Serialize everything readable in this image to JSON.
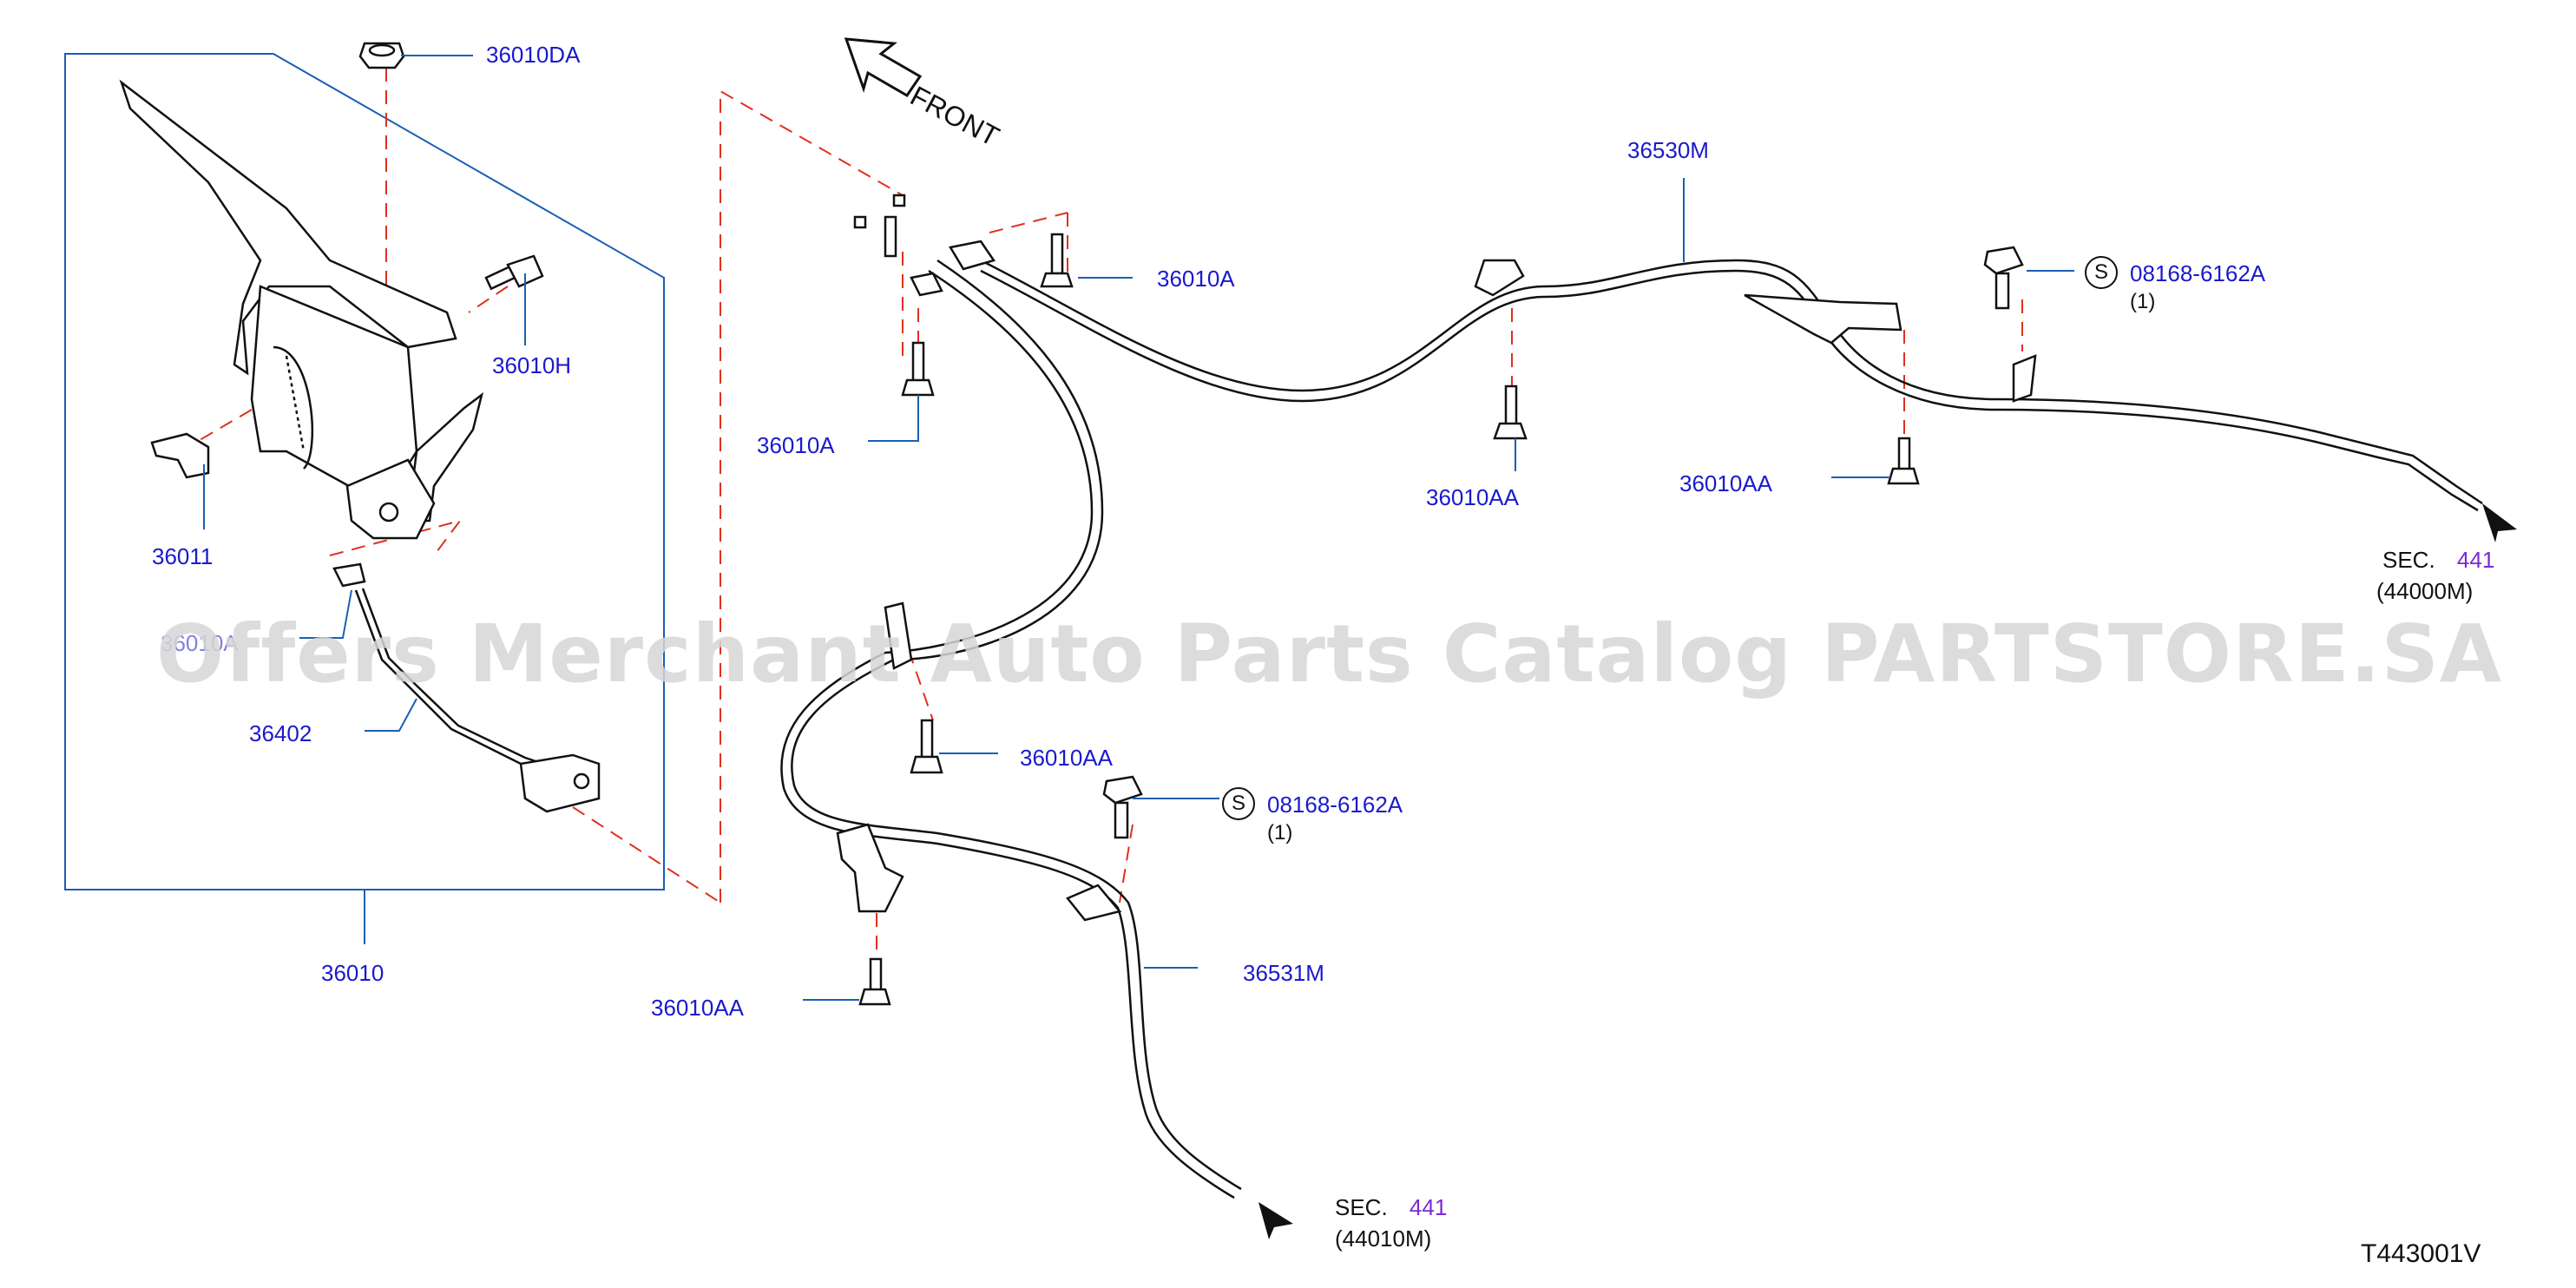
{
  "colors": {
    "label": "#1a1acc",
    "leader": "#1a5fb4",
    "dash": "#e0301e",
    "line": "#111111",
    "sec_number": "#7a2ad6",
    "watermark": "#d7d7d7"
  },
  "front_label": "FRONT",
  "watermark": "Offers Merchant Auto Parts Catalog PARTSTORE.SA",
  "diagram_code": "T443001V",
  "parts": {
    "p36010DA": "36010DA",
    "p36010H": "36010H",
    "p36011": "36011",
    "p36010_partial": "36010A",
    "p36402": "36402",
    "p36010": "36010",
    "p36010A_top": "36010A",
    "p36010A_left": "36010A",
    "p36530M": "36530M",
    "p36010AA_mid": "36010AA",
    "p36010AA_right": "36010AA",
    "p36010AA_center": "36010AA",
    "p36010AA_bottom": "36010AA",
    "p36531M": "36531M",
    "bolt_top": "08168-6162A",
    "bolt_top_qty": "(1)",
    "bolt_mid": "08168-6162A",
    "bolt_mid_qty": "(1)",
    "s_symbol": "S"
  },
  "sections": {
    "right": {
      "prefix": "SEC.",
      "number": "441",
      "sub": "(44000M)"
    },
    "bottom": {
      "prefix": "SEC.",
      "number": "441",
      "sub": "(44010M)"
    }
  }
}
